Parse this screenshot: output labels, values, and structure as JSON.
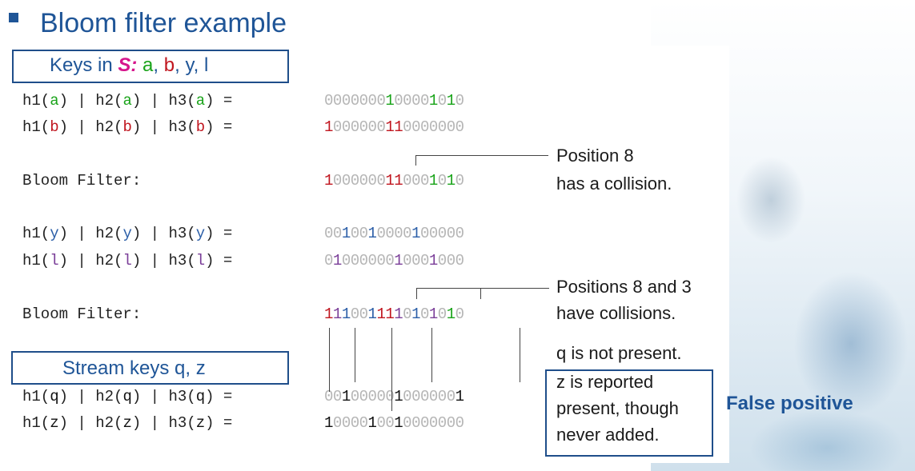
{
  "title": "Bloom filter example",
  "keys_box": {
    "prefix": "Keys in ",
    "set": "S:",
    "a": "a",
    "sep1": ", ",
    "b": "b",
    "sep2": ", ",
    "y": "y",
    "sep3": ", ",
    "l": "l"
  },
  "stream_box": {
    "label": "Stream keys q, z"
  },
  "rows": [
    {
      "lhs_pre": "h1(",
      "key": "a",
      "lhs_mid1": ") | h2(",
      "lhs_mid2": ") | h3(",
      "lhs_end": ") =",
      "key_color": "g",
      "bits": "0000000100001010",
      "bit_colors": "zzzzzzzgzzzzgzgz"
    },
    {
      "lhs_pre": "h1(",
      "key": "b",
      "lhs_mid1": ") | h2(",
      "lhs_mid2": ") | h3(",
      "lhs_end": ") =",
      "key_color": "r",
      "bits": "1000000110000000",
      "bit_colors": "rzzzzzzrrzzzzzzz"
    },
    {
      "lhs_pre": "h1(",
      "key": "y",
      "lhs_mid1": ") | h2(",
      "lhs_mid2": ") | h3(",
      "lhs_end": ") =",
      "key_color": "b",
      "bits": "0010010000100000",
      "bit_colors": "zzbzzbzzzzbzzzzz"
    },
    {
      "lhs_pre": "h1(",
      "key": "l",
      "lhs_mid1": ") | h2(",
      "lhs_mid2": ") | h3(",
      "lhs_end": ") =",
      "key_color": "p",
      "bits": "0100000010001000",
      "bit_colors": "zpzzzzzzpzzzpzzz"
    },
    {
      "lhs_pre": "h1(",
      "key": "q",
      "lhs_mid1": ") | h2(",
      "lhs_mid2": ") | h3(",
      "lhs_end": ") =",
      "key_color": "k",
      "bits": "0010000010000001",
      "bit_colors": "zzkzzzzzkzzzzzzk"
    },
    {
      "lhs_pre": "h1(",
      "key": "z",
      "lhs_mid1": ") | h2(",
      "lhs_mid2": ") | h3(",
      "lhs_end": ") =",
      "key_color": "k",
      "bits": "1000010010000000",
      "bit_colors": "kzzzzkzzkzzzzzzz"
    }
  ],
  "filters": [
    {
      "label": "Bloom Filter:",
      "bits": "1000000110001010",
      "bit_colors": "rzzzzzzrrzzzgzgz"
    },
    {
      "label": "Bloom Filter:",
      "bits": "1110011110101010",
      "bit_colors": "rpbzzbrrpzbzpzgz"
    }
  ],
  "notes": {
    "collision1_line1": "Position 8",
    "collision1_line2": "has a collision.",
    "collision2_line1": "Positions 8 and 3",
    "collision2_line2": "have collisions.",
    "q_line": "q is not present.",
    "z_line1": "z is reported",
    "z_line2": "present, though",
    "z_line3": "never added.",
    "false_positive": "False positive"
  },
  "colors": {
    "title": "#1f5597",
    "green": "#19a319",
    "red": "#c0161f",
    "blue": "#2c5fa8",
    "purple": "#7b3f99",
    "zero": "#b5b5b5",
    "set_magenta": "#d6148c"
  }
}
